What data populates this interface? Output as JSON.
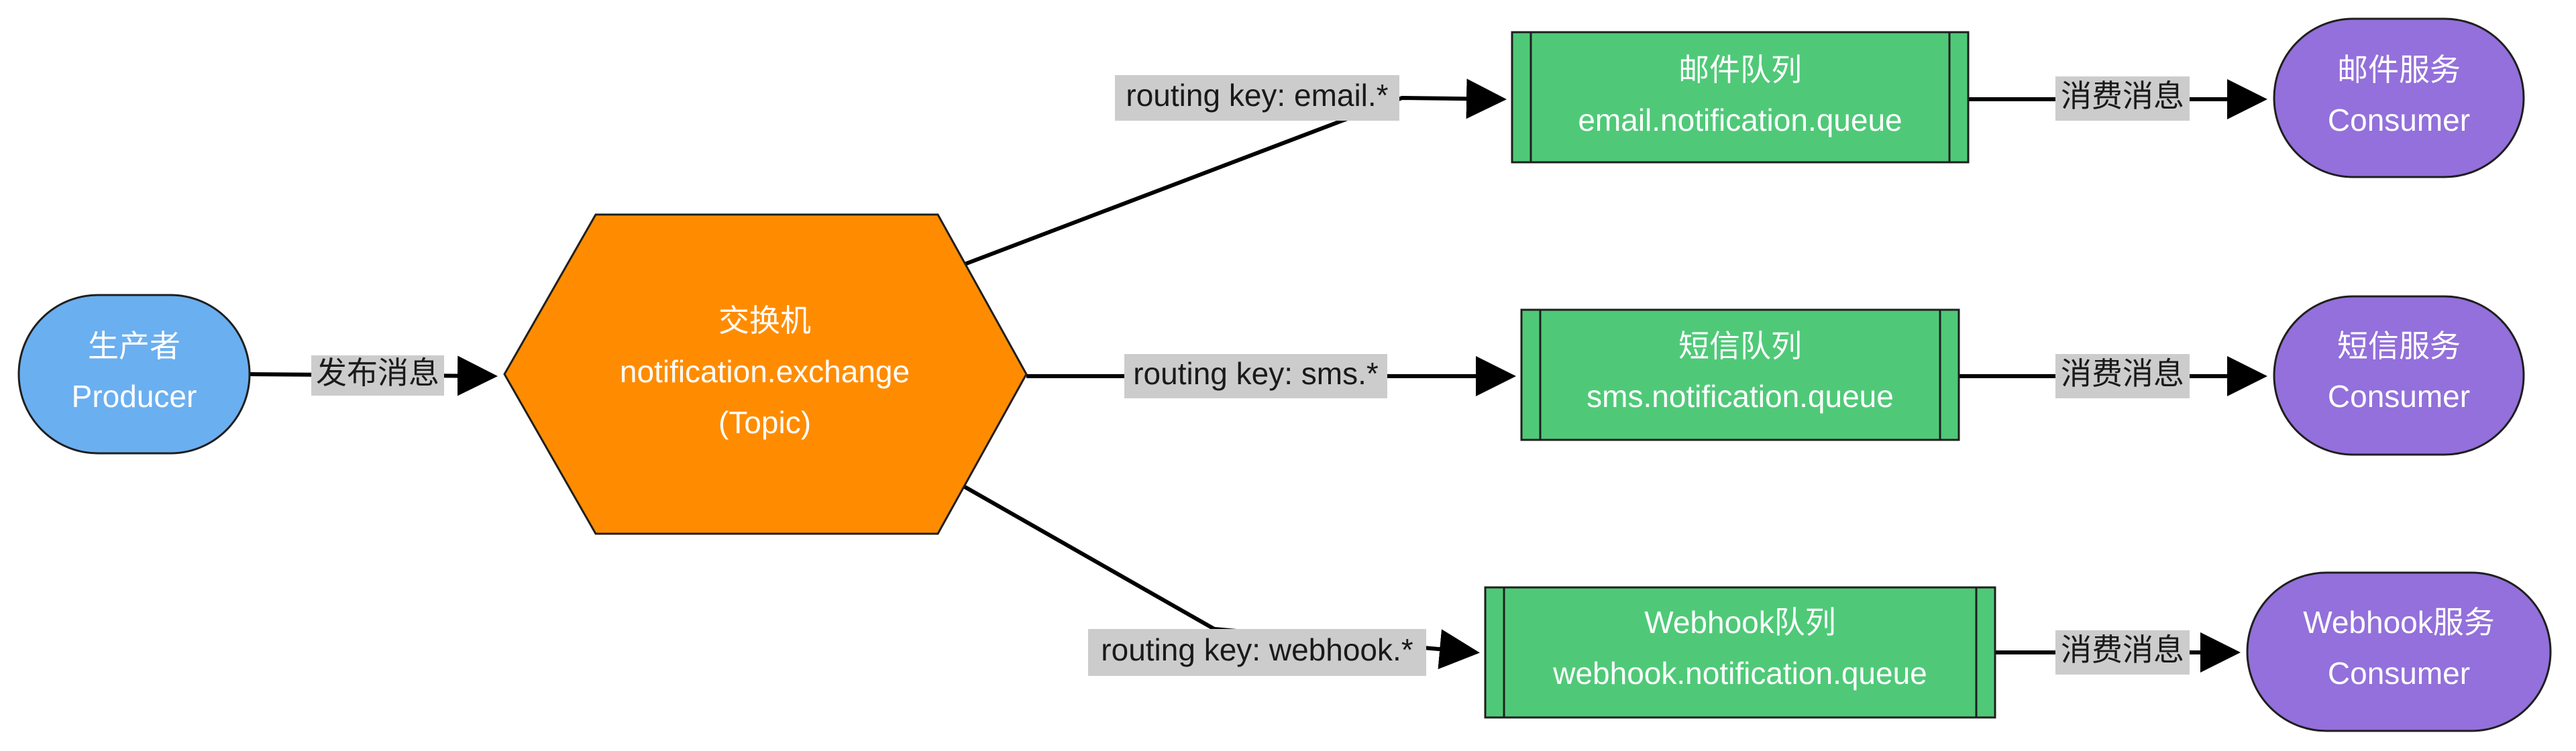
{
  "colors": {
    "producer": "#6aaff0",
    "exchange": "#ff8c00",
    "queue": "#4fc978",
    "consumer": "#9370db",
    "edge": "#000000",
    "edge_label_bg": "#cccccc",
    "node_text": "#ffffff"
  },
  "producer": {
    "line1": "生产者",
    "line2": "Producer"
  },
  "exchange": {
    "line1": "交换机",
    "line2": "notification.exchange",
    "line3": "(Topic)"
  },
  "queues": {
    "email": {
      "line1": "邮件队列",
      "line2": "email.notification.queue"
    },
    "sms": {
      "line1": "短信队列",
      "line2": "sms.notification.queue"
    },
    "webhook": {
      "line1": "Webhook队列",
      "line2": "webhook.notification.queue"
    }
  },
  "consumers": {
    "email": {
      "line1": "邮件服务",
      "line2": "Consumer"
    },
    "sms": {
      "line1": "短信服务",
      "line2": "Consumer"
    },
    "webhook": {
      "line1": "Webhook服务",
      "line2": "Consumer"
    }
  },
  "edges": {
    "publish": "发布消息",
    "route_email": "routing key: email.*",
    "route_sms": "routing key: sms.*",
    "route_webhook": "routing key: webhook.*",
    "consume_email": "消费消息",
    "consume_sms": "消费消息",
    "consume_webhook": "消费消息"
  }
}
